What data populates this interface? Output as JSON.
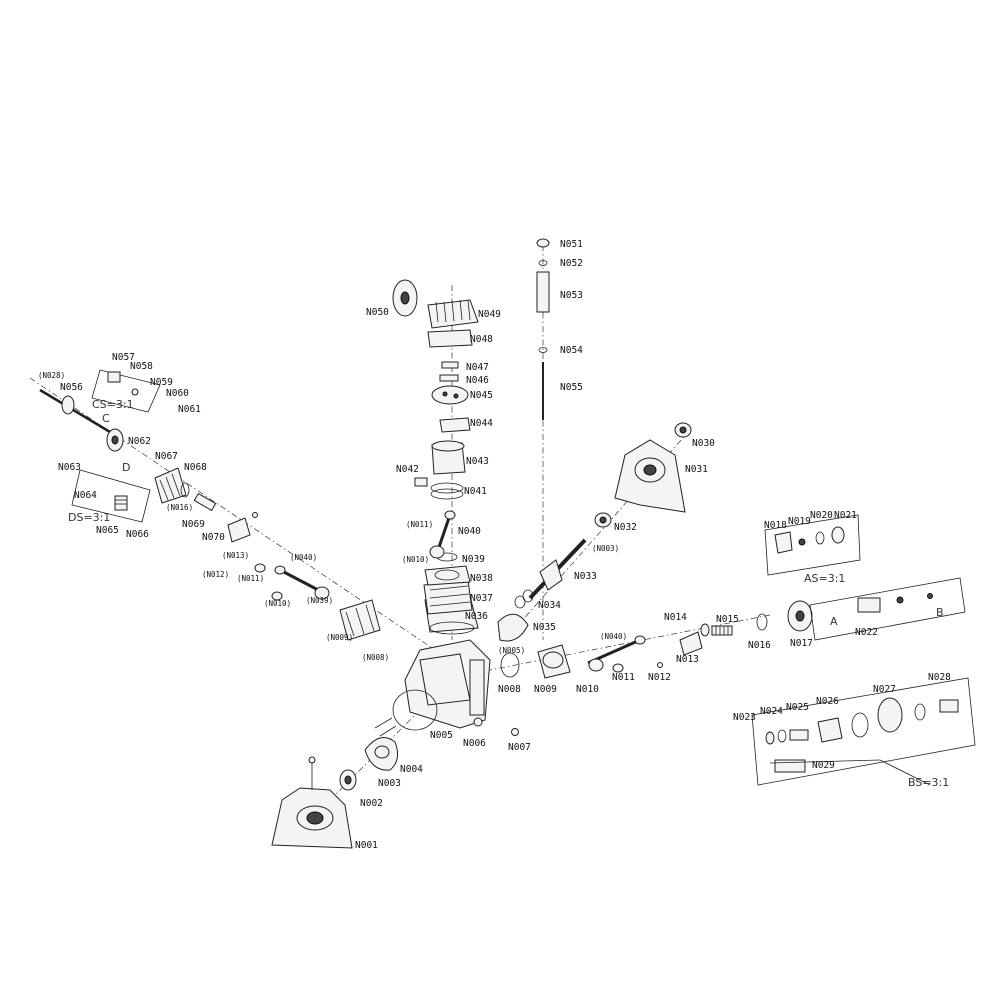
{
  "diagram": {
    "labels": {
      "N001": "N001",
      "N002": "N002",
      "N003": "N003",
      "N004": "N004",
      "N005": "N005",
      "N006": "N006",
      "N007": "N007",
      "N008": "N008",
      "N009": "N009",
      "N010": "N010",
      "N011": "N011",
      "N012": "N012",
      "N013": "N013",
      "N014": "N014",
      "N015": "N015",
      "N016": "N016",
      "N017": "N017",
      "N018": "N018",
      "N019": "N019",
      "N020": "N020",
      "N021": "N021",
      "N022": "N022",
      "N023": "N023",
      "N024": "N024",
      "N025": "N025",
      "N026": "N026",
      "N027": "N027",
      "N028": "N028",
      "N029": "N029",
      "N030": "N030",
      "N031": "N031",
      "N032": "N032",
      "N033": "N033",
      "N034": "N034",
      "N035": "N035",
      "N036": "N036",
      "N037": "N037",
      "N038": "N038",
      "N039": "N039",
      "N040": "N040",
      "N041": "N041",
      "N042": "N042",
      "N043": "N043",
      "N044": "N044",
      "N045": "N045",
      "N046": "N046",
      "N047": "N047",
      "N048": "N048",
      "N049": "N049",
      "N050": "N050",
      "N051": "N051",
      "N052": "N052",
      "N053": "N053",
      "N054": "N054",
      "N055": "N055",
      "N056": "N056",
      "N057": "N057",
      "N058": "N058",
      "N059": "N059",
      "N060": "N060",
      "N061": "N061",
      "N062": "N062",
      "N063": "N063",
      "N064": "N064",
      "N065": "N065",
      "N066": "N066",
      "N067": "N067",
      "N068": "N068",
      "N069": "N069",
      "N070": "N070"
    },
    "ref_labels": {
      "r_N028": "(N028)",
      "r_N040a": "(N040)",
      "r_N013": "(N013)",
      "r_N012": "(N012)",
      "r_N011a": "(N011)",
      "r_N010a": "(N010)",
      "r_N039": "(N039)",
      "r_N009": "(N009)",
      "r_N008": "(N008)",
      "r_N016": "(N016)",
      "r_N011b": "(N011)",
      "r_N010b": "(N010)",
      "r_N003": "(N003)",
      "r_N005": "(N005)",
      "r_N040b": "(N040)"
    },
    "notes": {
      "cs": "CS=3:1",
      "ds": "DS=3:1",
      "as": "AS=3:1",
      "bs": "BS=3:1",
      "c": "C",
      "d": "D",
      "a": "A",
      "b": "B"
    }
  }
}
